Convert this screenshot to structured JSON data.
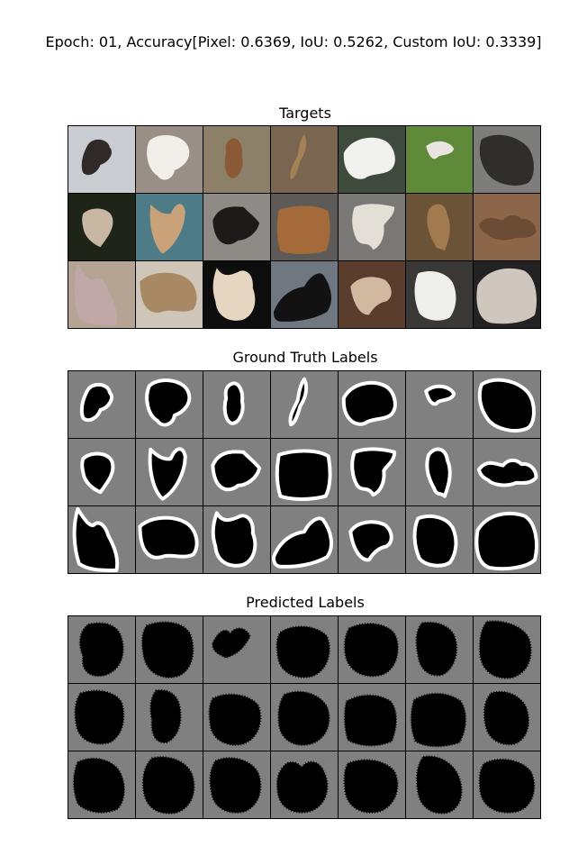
{
  "figure_title": "Epoch: 01, Accuracy[Pixel: 0.6369, IoU: 0.5262, Custom IoU: 0.3339]",
  "panels": [
    {
      "title": "Targets"
    },
    {
      "title": "Ground Truth Labels"
    },
    {
      "title": "Predicted Labels"
    }
  ],
  "grid": {
    "rows": 3,
    "cols": 7
  },
  "colors": {
    "background": "#808080",
    "foreground": "#000000",
    "boundary": "#ffffff"
  },
  "target_cells": [
    {
      "bg": "#c9cdd2",
      "subject": "#2f2a27"
    },
    {
      "bg": "#9a8f86",
      "subject": "#f2efea"
    },
    {
      "bg": "#8d8069",
      "subject": "#8a5a36"
    },
    {
      "bg": "#7a6550",
      "subject": "#a48255"
    },
    {
      "bg": "#3e4a3c",
      "subject": "#f1f1ef"
    },
    {
      "bg": "#5f8a3a",
      "subject": "#e9e6e1"
    },
    {
      "bg": "#7d7d7b",
      "subject": "#2f2e2c"
    },
    {
      "bg": "#1f2418",
      "subject": "#c8b7a2"
    },
    {
      "bg": "#4d7b86",
      "subject": "#c9a27a"
    },
    {
      "bg": "#8e8a85",
      "subject": "#1c1b1a"
    },
    {
      "bg": "#5d5a58",
      "subject": "#a46a3a"
    },
    {
      "bg": "#7a7777",
      "subject": "#e3dfd7"
    },
    {
      "bg": "#6a5336",
      "subject": "#a27a4f"
    },
    {
      "bg": "#8c6648",
      "subject": "#6a4d34"
    },
    {
      "bg": "#b5a394",
      "subject": "#c0a8a6"
    },
    {
      "bg": "#cfc6b9",
      "subject": "#a88964"
    },
    {
      "bg": "#0d0d0d",
      "subject": "#e6d6c1"
    },
    {
      "bg": "#6f7880",
      "subject": "#121212"
    },
    {
      "bg": "#5a3d2d",
      "subject": "#d1b9a0"
    },
    {
      "bg": "#3a3836",
      "subject": "#eeeeea"
    },
    {
      "bg": "#222222",
      "subject": "#cfc6be"
    }
  ]
}
